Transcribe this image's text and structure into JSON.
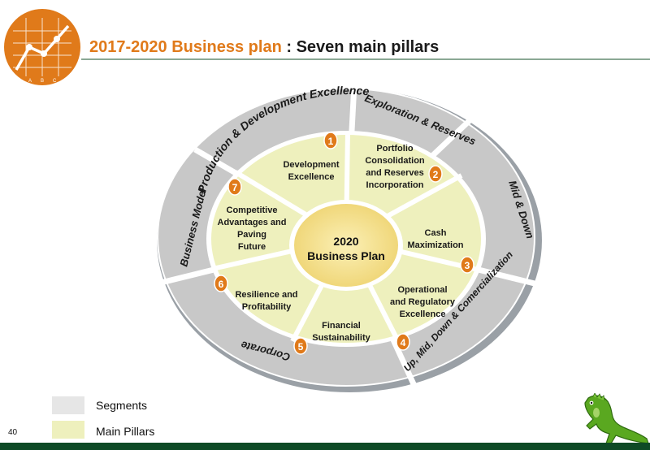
{
  "header": {
    "title_highlight": "2017-2020 Business plan",
    "title_rest": " : Seven main pillars",
    "logo_letters": [
      "A",
      "B",
      "C"
    ]
  },
  "center": {
    "line1": "2020",
    "line2": "Business Plan"
  },
  "segments": [
    {
      "id": "production",
      "label": "Production & Development Excellence"
    },
    {
      "id": "exploration",
      "label": "Exploration & Reserves"
    },
    {
      "id": "middown",
      "label": "Mid & Down"
    },
    {
      "id": "upmid",
      "label": "Up, Mid, Down & Comercialization"
    },
    {
      "id": "corporate",
      "label": "Corporate"
    },
    {
      "id": "business",
      "label": "Business Model"
    }
  ],
  "pillars": [
    {
      "number": "1",
      "lines": [
        "Development",
        "Excellence"
      ]
    },
    {
      "number": "2",
      "lines": [
        "Portfolio",
        "Consolidation",
        "and Reserves",
        "Incorporation"
      ]
    },
    {
      "number": "3",
      "lines": [
        "Cash",
        "Maximization"
      ]
    },
    {
      "number": "4",
      "lines": [
        "Operational",
        "and Regulatory",
        "Excellence"
      ]
    },
    {
      "number": "5",
      "lines": [
        "Financial",
        "Sustainability"
      ]
    },
    {
      "number": "6",
      "lines": [
        "Resilience and",
        "Profitability"
      ]
    },
    {
      "number": "7",
      "lines": [
        "Competitive",
        "Advantages and",
        "Paving",
        "Future"
      ]
    }
  ],
  "legend": {
    "segments_label": "Segments",
    "pillars_label": "Main Pillars"
  },
  "page_number": "40",
  "colors": {
    "accent": "#e07a1a",
    "segment_fill": "#c8c8c8",
    "pillar_fill": "#eef0bd",
    "center_fill": "#f6e79c",
    "footer": "#0e4a26",
    "iguana": "#5aa820"
  }
}
